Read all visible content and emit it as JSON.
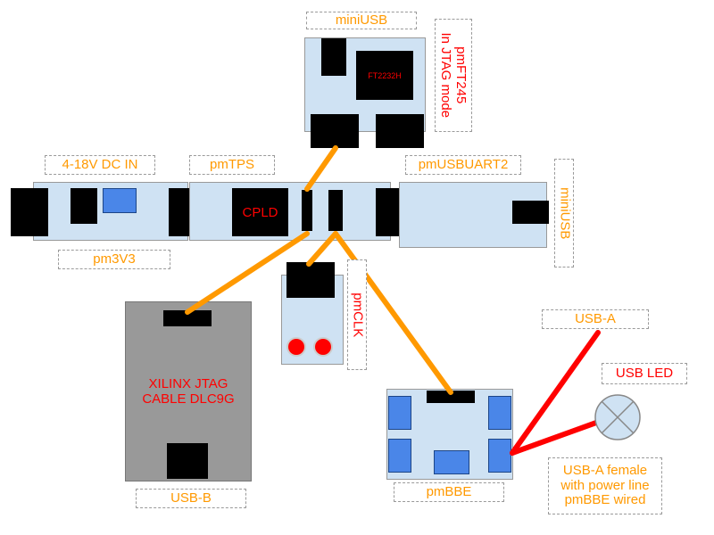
{
  "ft_module": {
    "label_top": "miniUSB",
    "side_label_line1": "pmFT245",
    "side_label_line2": "In JTAG mode",
    "chip": "FT2232H"
  },
  "modules": {
    "dc_in": "4-18V DC IN",
    "pmtps": "pmTPS",
    "pmusbuart2": "pmUSBUART2",
    "uart_miniusb": "miniUSB",
    "pm3v3": "pm3V3",
    "cpld": "CPLD",
    "pmclk": "pmCLK",
    "xilinx_line1": "XILINX JTAG",
    "xilinx_line2": "CABLE DLC9G",
    "usb_b": "USB-B",
    "usb_a": "USB-A",
    "usb_led": "USB LED",
    "pmbbe": "pmBBE",
    "usb_a_female_line1": "USB-A female",
    "usb_a_female_line2": "with power line",
    "usb_a_female_line3": "pmBBE wired"
  },
  "colors": {
    "wire_orange": "#ff9900",
    "wire_red": "#ff0000",
    "board": "#cfe2f3",
    "xilinx_body": "#999999",
    "label_orange": "#ff9900",
    "label_red": "#ff0000"
  }
}
